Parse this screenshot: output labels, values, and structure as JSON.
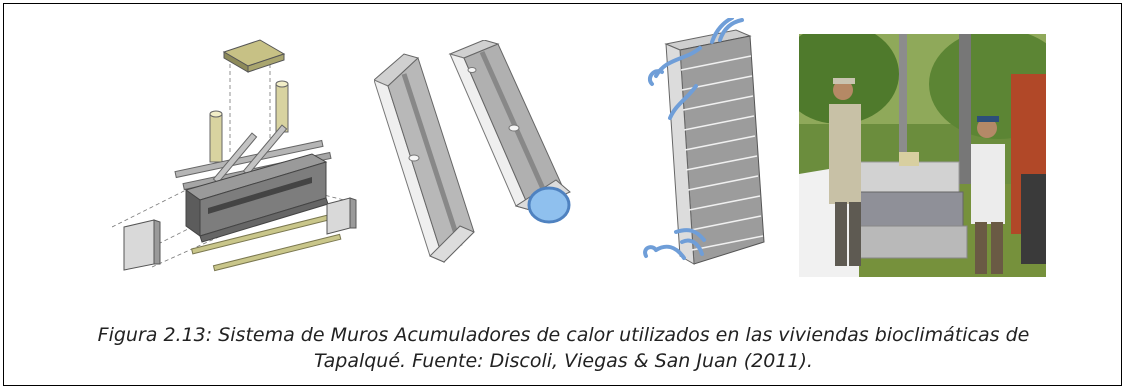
{
  "figure": {
    "panels": [
      {
        "name": "exploded-assembly-diagram",
        "kind": "drawing"
      },
      {
        "name": "hollow-block-pair-drawing",
        "kind": "drawing"
      },
      {
        "name": "stacked-wall-with-pipes-drawing",
        "kind": "drawing"
      },
      {
        "name": "workers-assembling-wall-photo",
        "kind": "photo"
      }
    ],
    "caption_line1": "Figura 2.13: Sistema de Muros Acumuladores de calor utilizados en las viviendas bioclimáticas de",
    "caption_line2": "Tapalqué. Fuente: Discoli, Viegas & San Juan (2011)."
  },
  "colors": {
    "border": "#000000",
    "block_light": "#e6e6e6",
    "block_mid": "#bdbdbd",
    "block_dark": "#6f6f6f",
    "pipe_blue": "#6f9ed8",
    "olive": "#c9c68a"
  }
}
